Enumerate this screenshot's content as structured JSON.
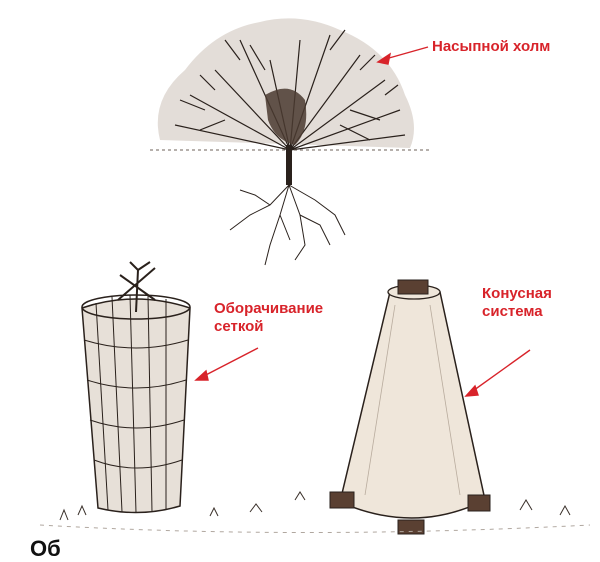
{
  "labels": {
    "mound": "Насыпной холм",
    "mesh_line1": "Оборачивание",
    "mesh_line2": "сеткой",
    "cone_line1": "Конусная",
    "cone_line2": "система"
  },
  "cut_off_text": "Об",
  "colors": {
    "label": "#d8232a",
    "ink": "#2a211c",
    "paper": "#ffffff",
    "cone_fill": "#efe6da",
    "mound_fill": "#d6cec6"
  }
}
